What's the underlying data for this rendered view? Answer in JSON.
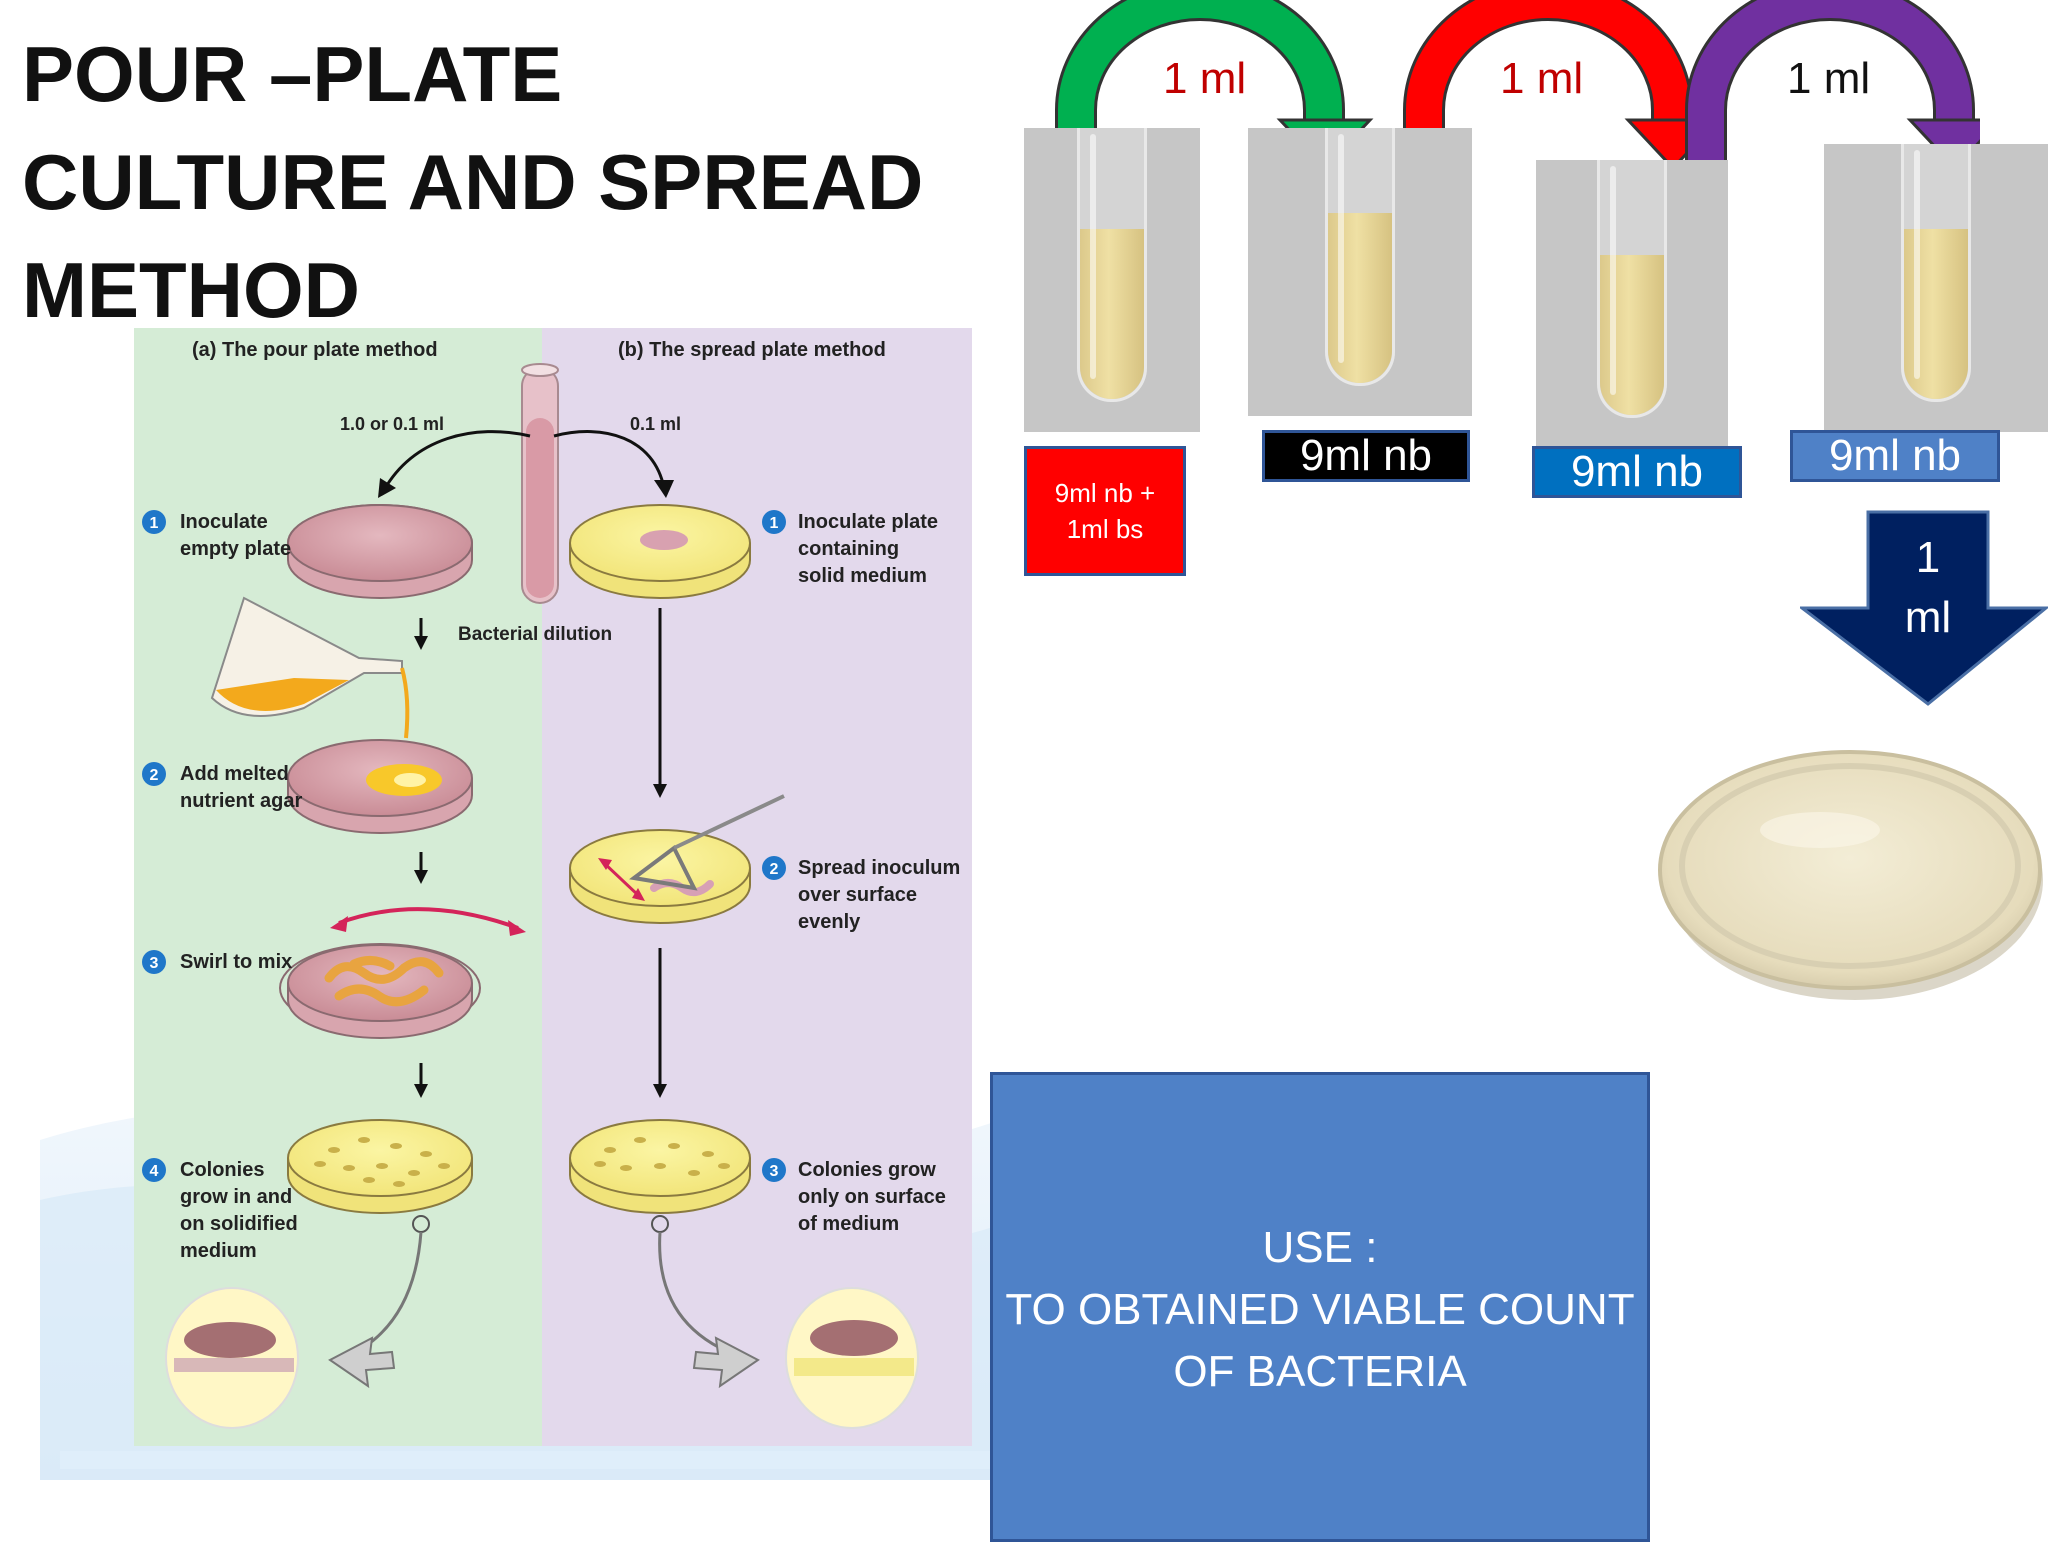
{
  "title_lines": [
    "POUR –PLATE",
    "CULTURE AND SPREAD",
    "METHOD"
  ],
  "figure": {
    "pour_heading": "(a) The pour plate method",
    "spread_heading": "(b) The spread plate method",
    "volume_left": "1.0 or 0.1 ml",
    "volume_right": "0.1 ml",
    "bacterial_dilution": "Bacterial dilution",
    "pour_steps": [
      {
        "num": "1",
        "lines": [
          "Inoculate",
          "empty plate"
        ]
      },
      {
        "num": "2",
        "lines": [
          "Add melted",
          "nutrient agar"
        ]
      },
      {
        "num": "3",
        "lines": [
          "Swirl to mix"
        ]
      },
      {
        "num": "4",
        "lines": [
          "Colonies",
          "grow in and",
          "on solidified",
          "medium"
        ]
      }
    ],
    "spread_steps": [
      {
        "num": "1",
        "lines": [
          "Inoculate plate",
          "containing",
          "solid medium"
        ]
      },
      {
        "num": "2",
        "lines": [
          "Spread inoculum",
          "over surface",
          "evenly"
        ]
      },
      {
        "num": "3",
        "lines": [
          "Colonies grow",
          "only on surface",
          "of medium"
        ]
      }
    ]
  },
  "transfers": [
    {
      "label": "1 ml",
      "label_color": "#c00000",
      "arrow_color": "#00b050"
    },
    {
      "label": "1 ml",
      "label_color": "#c00000",
      "arrow_color": "#ff0000"
    },
    {
      "label": "1 ml",
      "label_color": "#111111",
      "arrow_color": "#7030a0"
    }
  ],
  "tube_labels": [
    {
      "lines": [
        "9ml nb +",
        "1ml bs"
      ],
      "bg": "#ff0000"
    },
    {
      "lines": [
        "9ml nb"
      ],
      "bg": "#000000"
    },
    {
      "lines": [
        "9ml nb"
      ],
      "bg": "#0070c0"
    },
    {
      "lines": [
        "9ml nb"
      ],
      "bg": "#4f81c7"
    }
  ],
  "down_arrow": {
    "lines": [
      "1",
      "ml"
    ],
    "color": "#002060"
  },
  "use_box": {
    "heading": "USE :",
    "lines": [
      "TO OBTAINED VIABLE COUNT",
      "OF BACTERIA"
    ]
  }
}
